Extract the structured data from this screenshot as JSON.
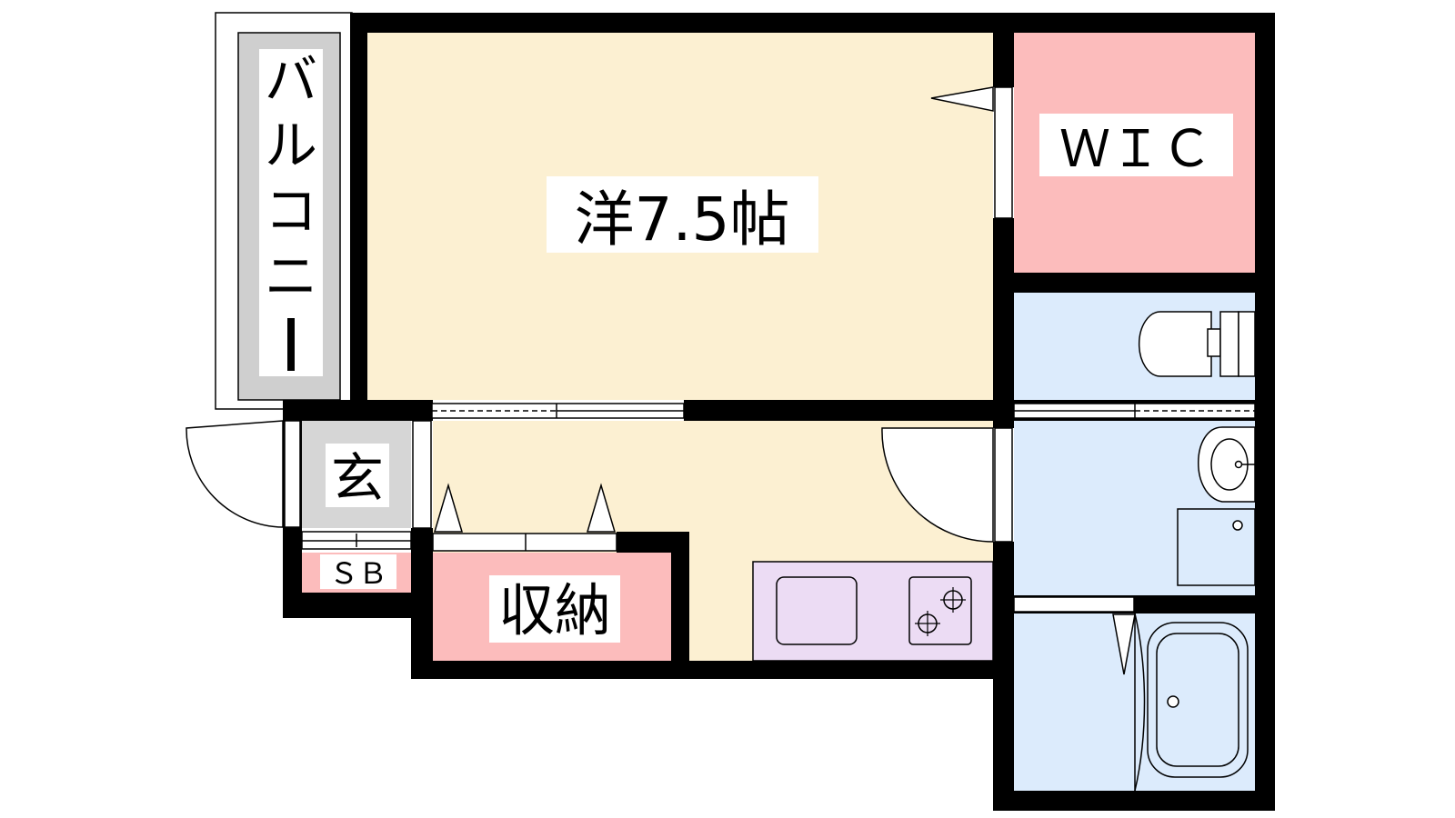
{
  "rooms": {
    "western": {
      "label": "洋7.5帖"
    },
    "wic": {
      "label": "ＷＩＣ"
    },
    "balcony": {
      "label": "バルコニー",
      "chars": [
        "バ",
        "ル",
        "コ",
        "ニ",
        "ー"
      ]
    },
    "entrance": {
      "label": "玄"
    },
    "shoebox": {
      "label": "ＳＢ"
    },
    "storage": {
      "label": "収納"
    }
  },
  "colors": {
    "wall": "#000000",
    "western": "#fcf0d2",
    "kitchen_area": "#fcf0d2",
    "wic": "#fcbcbc",
    "storage": "#fcbcbc",
    "shoebox": "#fcbcbc",
    "wet_area": "#dcebfc",
    "balcony": "#cfcfcf",
    "entrance": "#d6d6d6",
    "kitchen_counter": "#ecdcf4"
  }
}
